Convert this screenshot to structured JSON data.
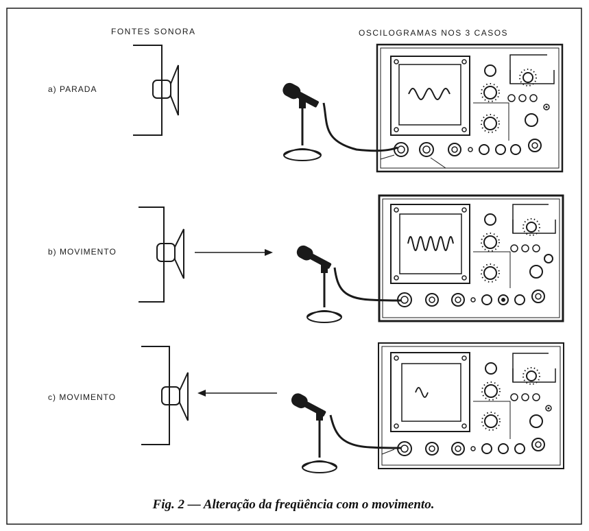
{
  "figure": {
    "header_left": "FONTES SONORA",
    "header_right": "OSCILOGRAMAS NOS 3 CASOS",
    "caption": "Fig. 2 — Alteração da freqüência com o movimento.",
    "colors": {
      "ink": "#1a1a1a",
      "paper": "#ffffff"
    },
    "icons": [
      "speaker-icon",
      "microphone-icon",
      "oscilloscope-icon",
      "arrow-icon"
    ],
    "cases": [
      {
        "id": "a",
        "label": "a) PARADA",
        "motion": "none",
        "wave_cycles": 2.5
      },
      {
        "id": "b",
        "label": "b) MOVIMENTO",
        "motion": "toward-microphone",
        "wave_cycles": 4.5
      },
      {
        "id": "c",
        "label": "c) MOVIMENTO",
        "motion": "away-from-microphone",
        "wave_cycles": 1
      }
    ]
  }
}
